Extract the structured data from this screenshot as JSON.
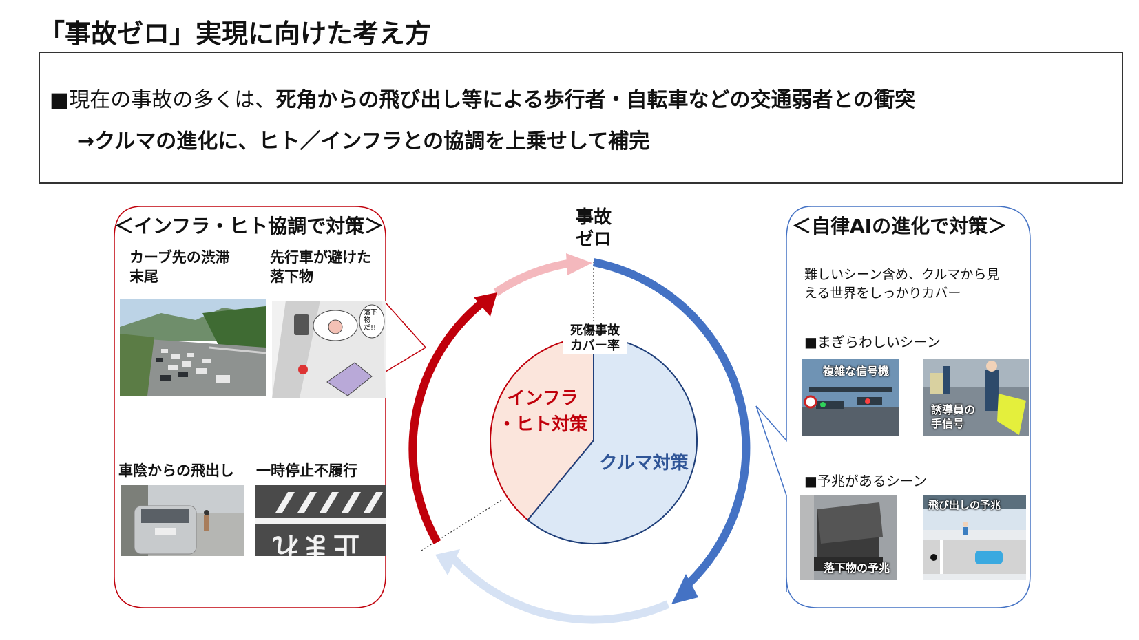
{
  "title": "「事故ゼロ」実現に向けた考え方",
  "summary": {
    "bullet": "■",
    "line1_plain": "現在の事故の多くは、",
    "line1_strong": "死角からの飛び出し等による歩行者・自転車などの交通弱者との衝突",
    "line2": "→クルマの進化に、ヒト／インフラとの協調を上乗せして補完"
  },
  "left_panel": {
    "title": "＜インフラ・ヒト協調で対策＞",
    "items": [
      {
        "caption_l1": "カーブ先の渋滞",
        "caption_l2": "末尾"
      },
      {
        "caption_l1": "先行車が避けた",
        "caption_l2": "落下物",
        "comic_text": "落下物だ!!"
      },
      {
        "caption_l1": "車陰からの飛出し"
      },
      {
        "caption_l1": "一時停止不履行",
        "road_text": "止まれ"
      }
    ]
  },
  "center": {
    "goal_l1": "事故",
    "goal_l2": "ゼロ",
    "pie_label_l1": "死傷事故",
    "pie_label_l2": "カバー率",
    "infra_l1": "インフラ",
    "infra_l2": "・ヒト対策",
    "car_label": "クルマ対策",
    "colors": {
      "red": "#c0000b",
      "blue": "#4472c4",
      "pink": "#f4b8bd",
      "light_blue": "#d6e2f4",
      "pie_red": "#fbe5dc",
      "pie_blue": "#dce8f6"
    }
  },
  "chart_data": {
    "type": "pie",
    "series": [
      {
        "name": "インフラ・ヒト対策",
        "value": 0.39
      },
      {
        "name": "クルマ対策",
        "value": 0.61
      }
    ]
  },
  "right_panel": {
    "title": "＜自律AIの進化で対策＞",
    "desc_l1": "難しいシーン含め、クルマから見",
    "desc_l2": "える世界をしっかりカバー",
    "section1": "■まぎらわしいシーン",
    "photo1_label": "複雑な信号機",
    "photo2_label_l1": "誘導員の",
    "photo2_label_l2": "手信号",
    "section2": "■予兆があるシーン",
    "photo3_label": "落下物の予兆",
    "photo4_label": "飛び出しの予兆"
  }
}
